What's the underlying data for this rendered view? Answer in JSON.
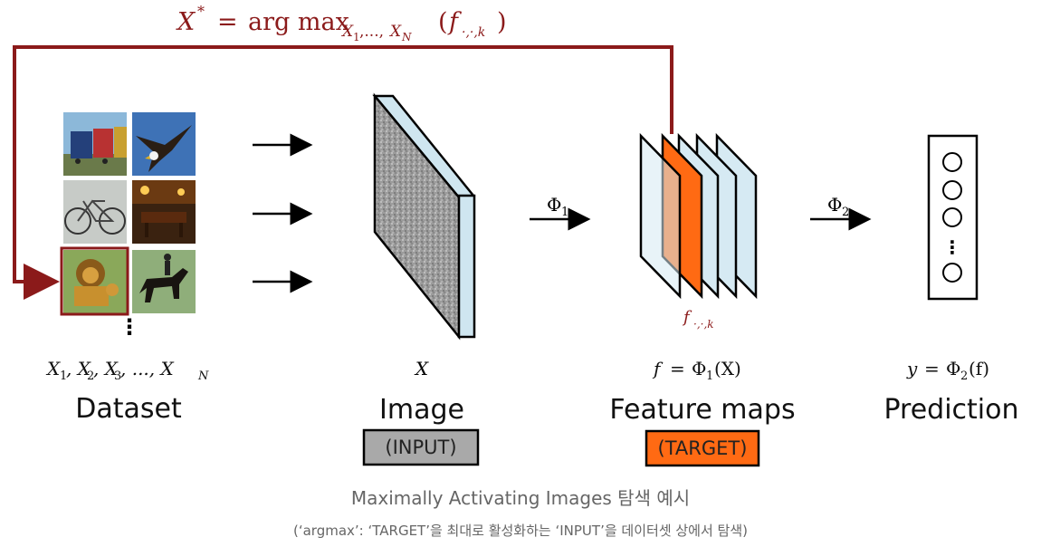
{
  "formula": {
    "lhs": "X",
    "star": "*",
    "eq": "=",
    "op": "arg max",
    "sub_X1": "X",
    "sub_1": "1",
    "sub_dots": ",...,",
    "sub_XN": "X",
    "sub_N": "N",
    "open": "(",
    "f": "f",
    "f_sub": "·,·,k",
    "close": ")"
  },
  "dataset": {
    "images": [
      "train",
      "eagle",
      "bicycle",
      "dining-room",
      "lion",
      "horse-rider"
    ],
    "selected_image": "lion",
    "more": "⋮",
    "seq_parts": [
      "X",
      "1",
      ", X",
      "2",
      ", X",
      "3",
      ", ..., X",
      "N"
    ],
    "title": "Dataset"
  },
  "image_stage": {
    "var": "X",
    "title": "Image",
    "badge": "(INPUT)",
    "badge_color": "#a9a9a9"
  },
  "phi1": {
    "sym": "Φ",
    "sub": "1"
  },
  "phi2": {
    "sym": "Φ",
    "sub": "2"
  },
  "feature_stage": {
    "target_label": "f",
    "target_sub": "·,·,k",
    "eq": {
      "f": "f",
      "eq": "=",
      "phi": "Φ",
      "sub": "1",
      "arg": "(X)"
    },
    "title": "Feature maps",
    "badge": "(TARGET)",
    "badge_color": "#ff6a13"
  },
  "prediction_stage": {
    "eq": {
      "y": "y",
      "eq": "=",
      "phi": "Φ",
      "sub": "2",
      "arg": "(f)"
    },
    "more": "⋮",
    "title": "Prediction"
  },
  "caption": {
    "line1": "Maximally Activating Images 탐색 예시",
    "line2": "(‘argmax’: ‘TARGET’을 최대로 활성화하는 ‘INPUT’을 데이터셋 상에서 탐색)"
  },
  "colors": {
    "arrow_red": "#8b1a1a",
    "feature_light": "#d6eaf3",
    "target": "#ff6a13",
    "panel_gray": "#9a9a9a",
    "caption": "#666666"
  }
}
